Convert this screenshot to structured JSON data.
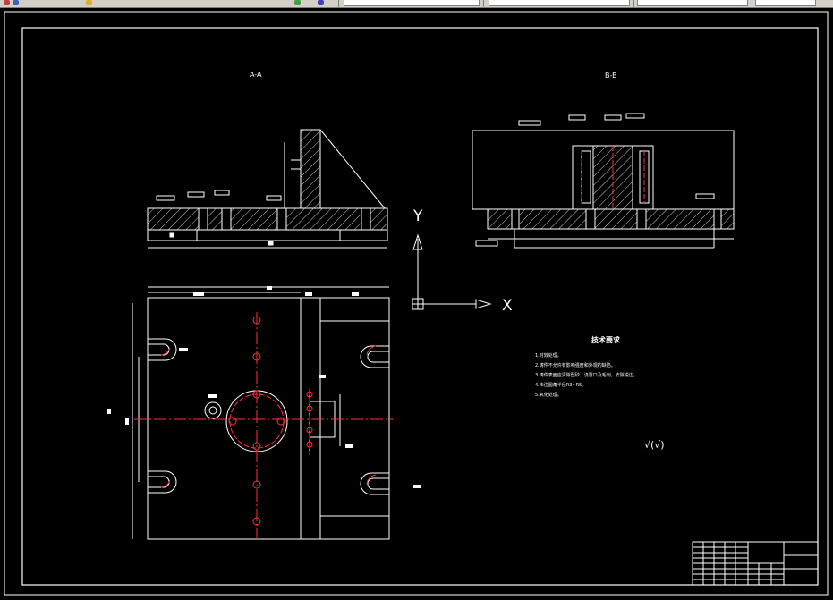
{
  "app": {
    "colors": {
      "background": "#000000",
      "geometry": "#ffffff",
      "centerline": "#ff3030",
      "toolbar": "#d4d0c8"
    },
    "toolbar_icons": [
      "layer-icon",
      "properties-icon",
      "zoom-icon",
      "pan-icon"
    ]
  },
  "drawing": {
    "section_aa_label": "A-A",
    "section_bb_label": "B-B",
    "ucs": {
      "y_label": "Y",
      "x_label": "X"
    },
    "technical_requirements": {
      "title": "技术要求",
      "items": [
        "1.时效处理。",
        "2.铸件不允许有影响强度和外观的缺陷。",
        "3.铸件表面应清除型砂、浇冒口及毛刺，去除锐边。",
        "4.未注圆角半径R3~R5。",
        "5.氧化处理。"
      ]
    },
    "roughness_note": "√(√)"
  }
}
